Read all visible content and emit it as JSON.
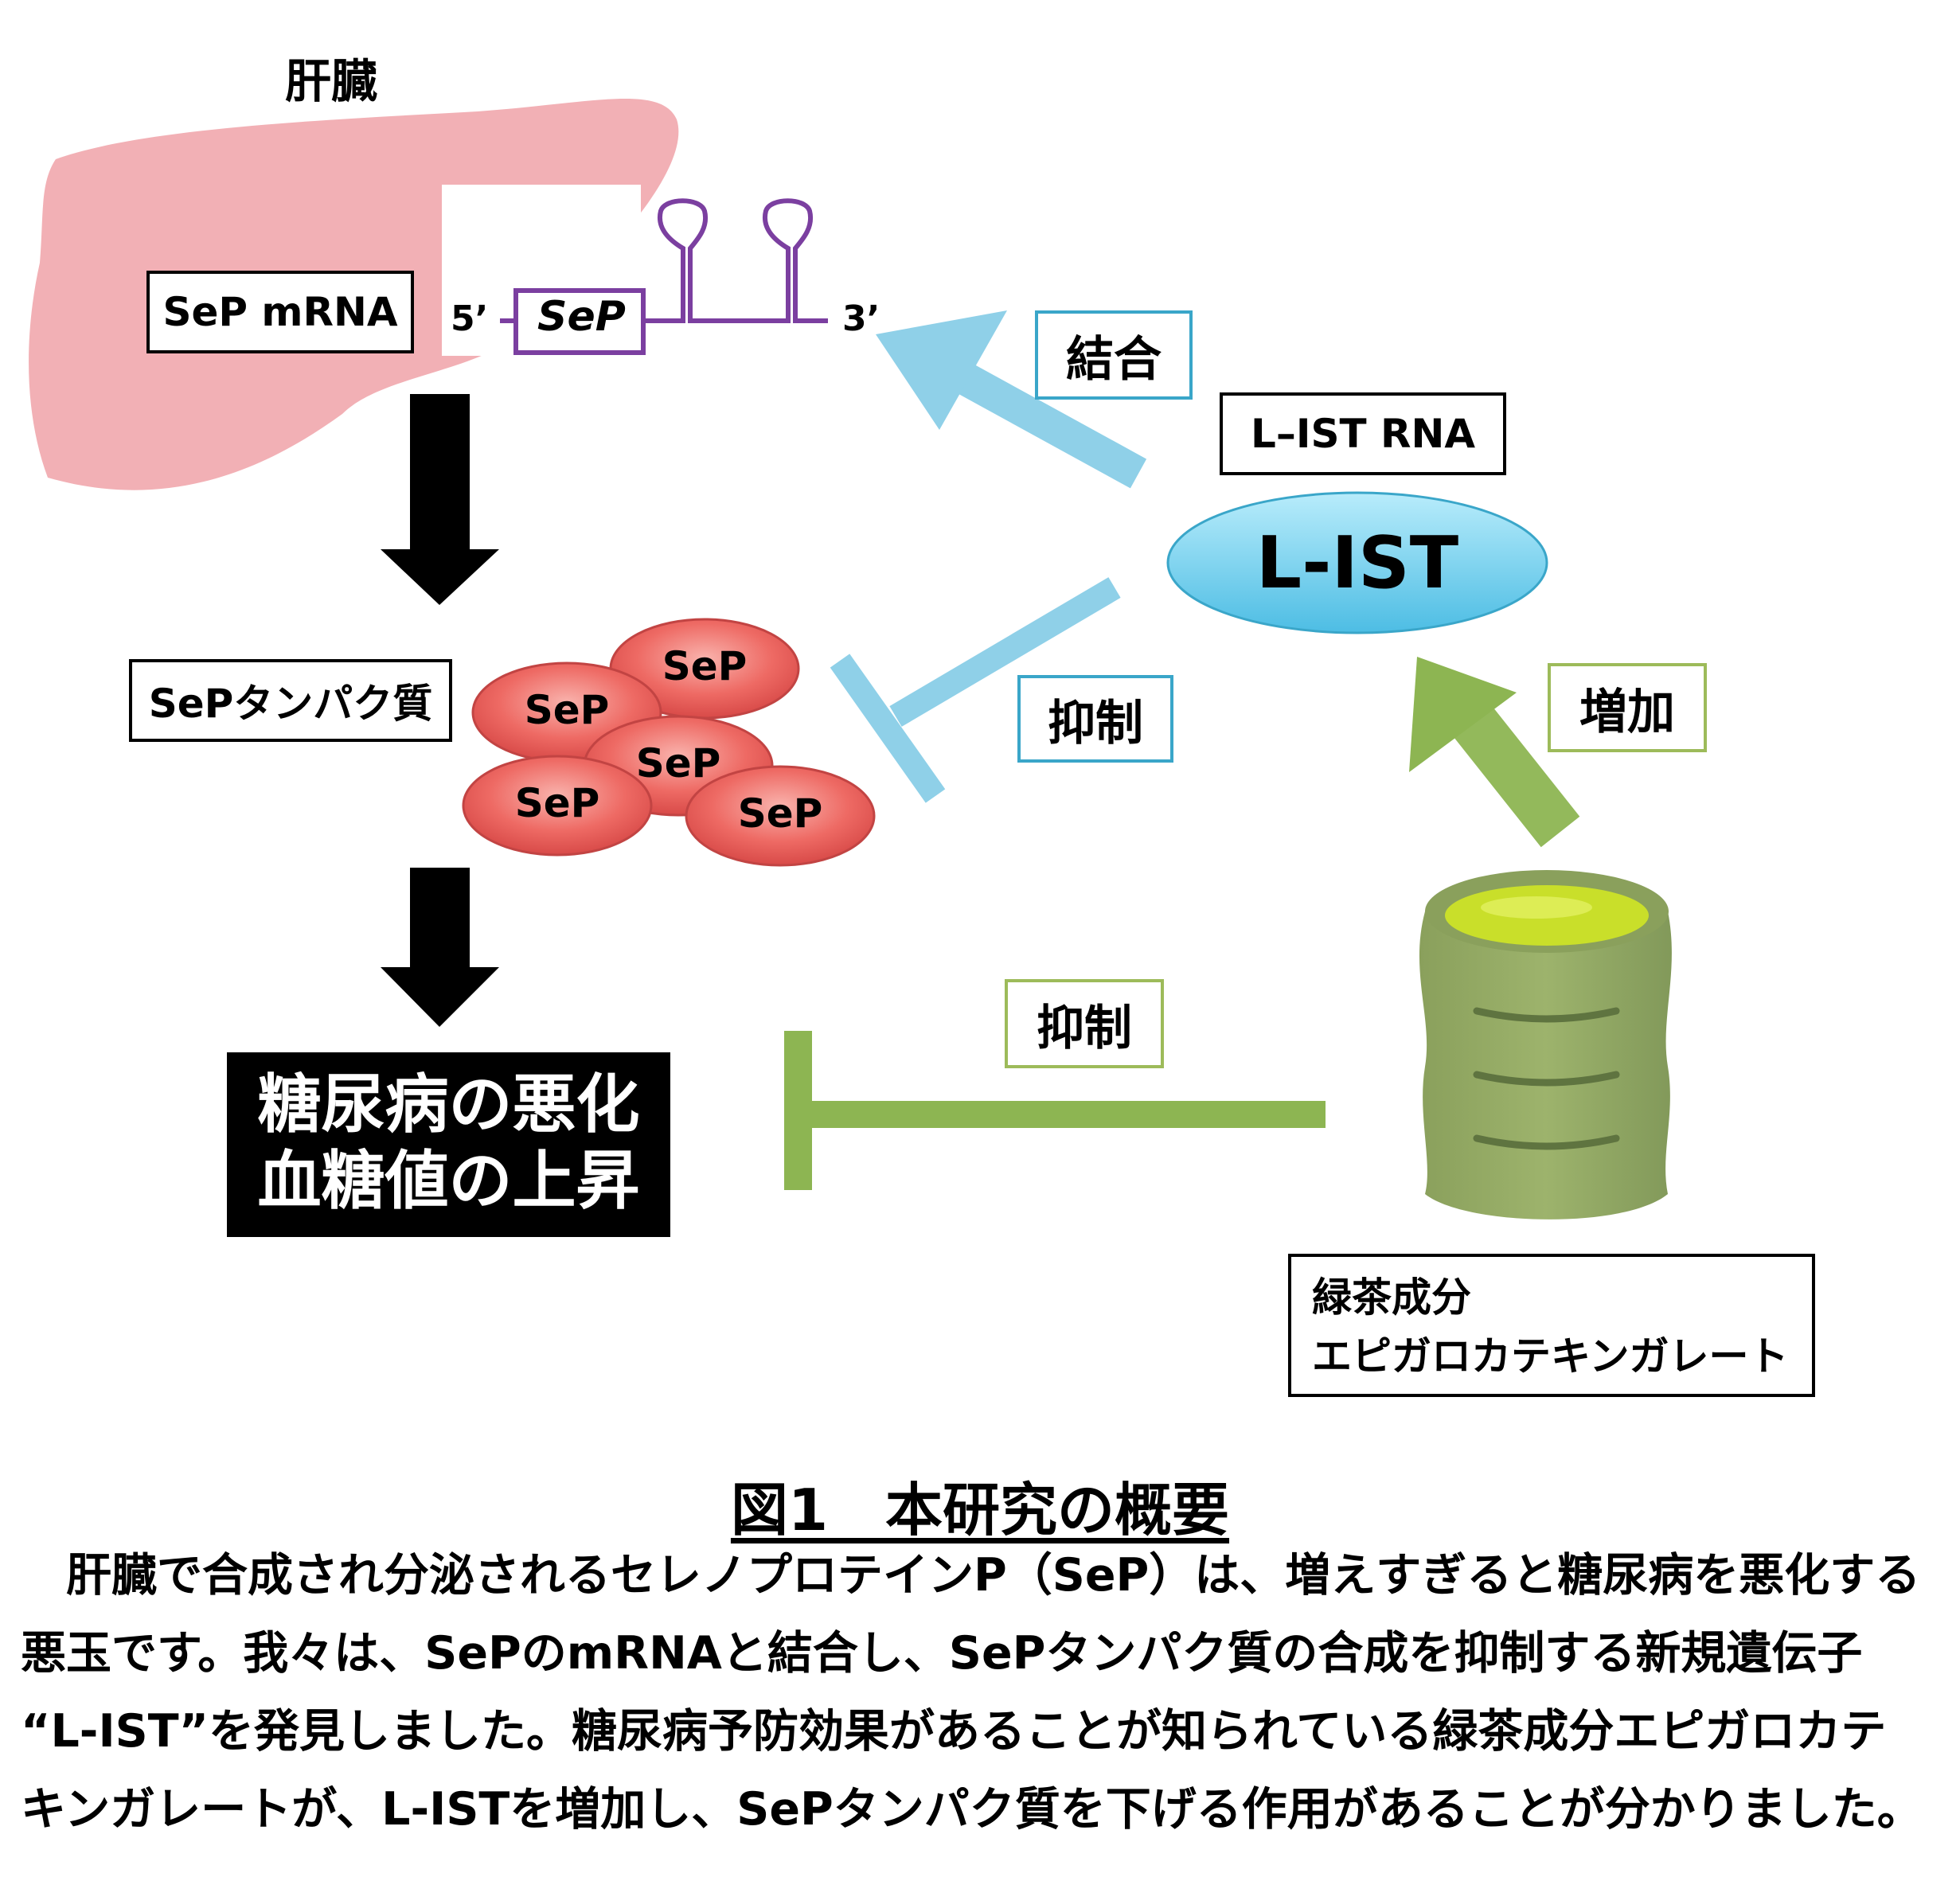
{
  "liver_label": "肝臓",
  "sep_mrna_label": "SeP mRNA",
  "mrna_diagram": {
    "five_prime": "5’",
    "gene": "SeP",
    "three_prime": "3’"
  },
  "binding_label": "結合",
  "list_rna_label": "L–IST RNA",
  "list_node": "L-IST",
  "inhibit_label_1": "抑制",
  "increase_label": "増加",
  "sep_protein_label": "SePタンパク質",
  "protein_items": [
    "SeP",
    "SeP",
    "SeP",
    "SeP",
    "SeP"
  ],
  "outcome": {
    "line1": "糖尿病の悪化",
    "line2": "血糖値の上昇"
  },
  "inhibit_label_2": "抑制",
  "green_tea": {
    "line1": "緑茶成分",
    "line2": "エピガロカテキンガレート"
  },
  "caption_title": "図1　本研究の概要",
  "caption_lines": [
    "　肝臓で合成され分泌されるセレノプロテインP（SeP）は、増えすぎると糖尿病を悪化する",
    "悪玉です。我々は、SePのmRNAと結合し、SePタンパク質の合成を抑制する新規遺伝子",
    "“L-IST”を発見しました。糖尿病予防効果があることが知られている緑茶成分エピガロカテ",
    "キンガレートが、L-ISTを増加し、SePタンパク質を下げる作用があることが分かりました。"
  ],
  "colors": {
    "liver": "#f2b0b5",
    "rna_purple": "#7b3fa0",
    "blue_arrow": "#8fd0e8",
    "green_arrow": "#8db552",
    "sep_red": "#e8605e",
    "list_blue": "#7fd3ef",
    "tea_green": "#93a863"
  }
}
